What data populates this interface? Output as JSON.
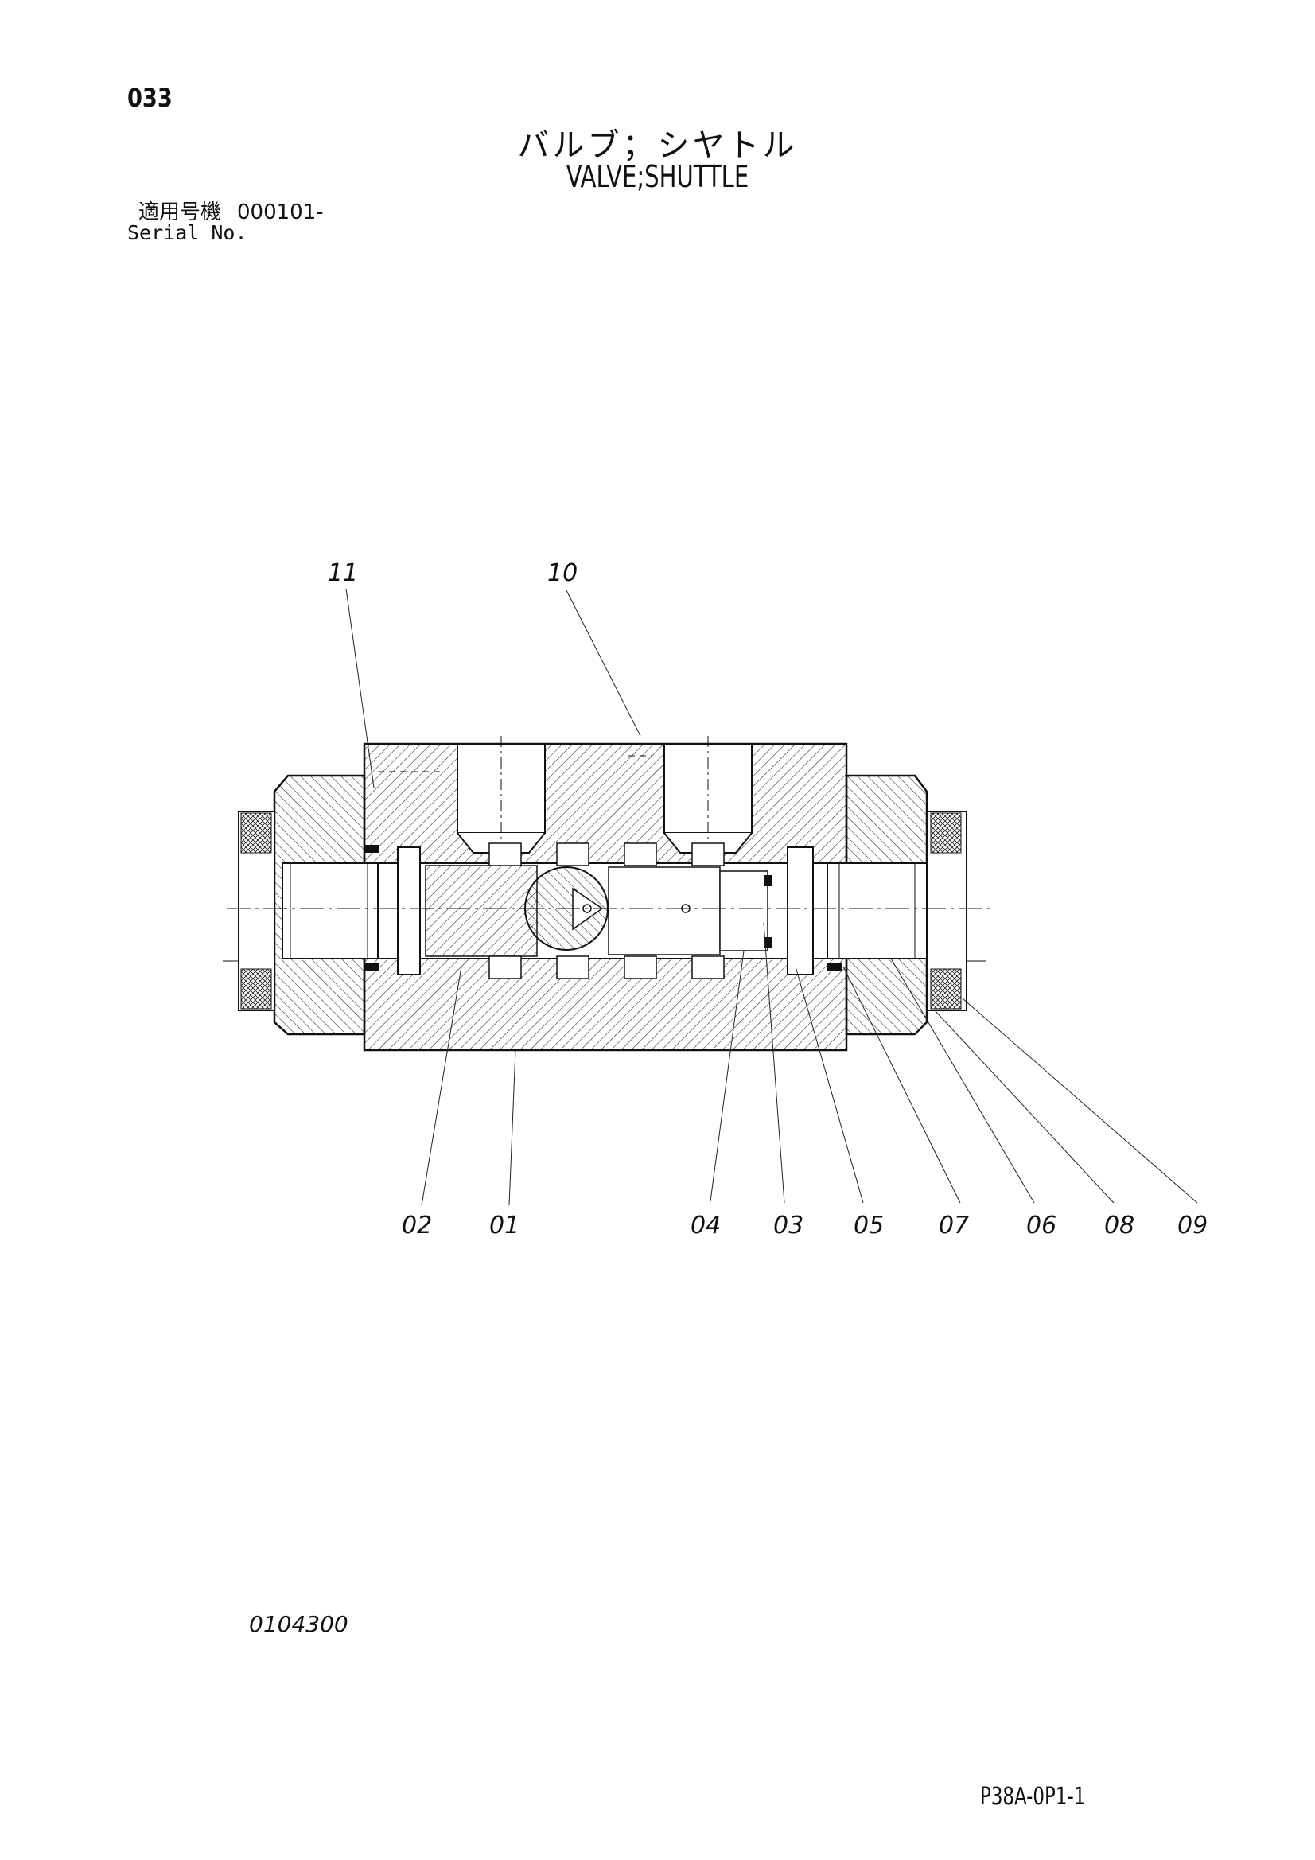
{
  "header": {
    "page_number": "033",
    "title_jp": "バルブ；シヤトル",
    "title_en": "VALVE;SHUTTLE"
  },
  "serial": {
    "label_jp": "適用号機",
    "value": "000101-",
    "label_en": "Serial No."
  },
  "callouts": [
    {
      "label": "11"
    },
    {
      "label": "10"
    },
    {
      "label": "02"
    },
    {
      "label": "01"
    },
    {
      "label": "04"
    },
    {
      "label": "03"
    },
    {
      "label": "05"
    },
    {
      "label": "07"
    },
    {
      "label": "06"
    },
    {
      "label": "08"
    },
    {
      "label": "09"
    }
  ],
  "footer": {
    "drawing_id": "0104300",
    "doc_code": "P38A-0P1-1"
  }
}
